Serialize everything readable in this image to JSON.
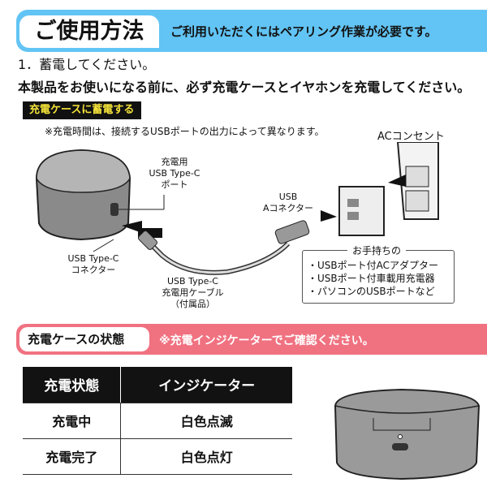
{
  "header": {
    "title": "ご使用方法",
    "subtitle": "ご利用いただくにはペアリング作業が必要です。"
  },
  "step1": {
    "title": "1．蓄電してください。",
    "instruction": "本製品をお使いになる前に、必ず充電ケースとイヤホンを充電してください。"
  },
  "charging": {
    "label": "充電ケースに蓄電する",
    "note": "※充電時間は、接続するUSBポートの出力によって異なります。"
  },
  "diagram": {
    "ac_outlet": "ACコンセント",
    "port_label": [
      "充電用",
      "USB Type-C",
      "ポート"
    ],
    "usb_a_label": [
      "USB",
      "Aコネクター"
    ],
    "type_c_label": [
      "USB Type-C",
      "コネクター"
    ],
    "cable_label": [
      "USB Type-C",
      "充電用ケーブル",
      "（付属品）"
    ],
    "owned_title": "お手持ちの",
    "owned_items": [
      "・USBポート付ACアダプター",
      "・USBポート付車載用充電器",
      "・パソコンのUSBポートなど"
    ]
  },
  "status": {
    "title": "充電ケースの状態",
    "subtitle": "※充電インジケーターでご確認ください。",
    "headers": [
      "充電状態",
      "インジケーター"
    ],
    "rows": [
      [
        "充電中",
        "白色点滅"
      ],
      [
        "充電完了",
        "白色点灯"
      ]
    ]
  }
}
